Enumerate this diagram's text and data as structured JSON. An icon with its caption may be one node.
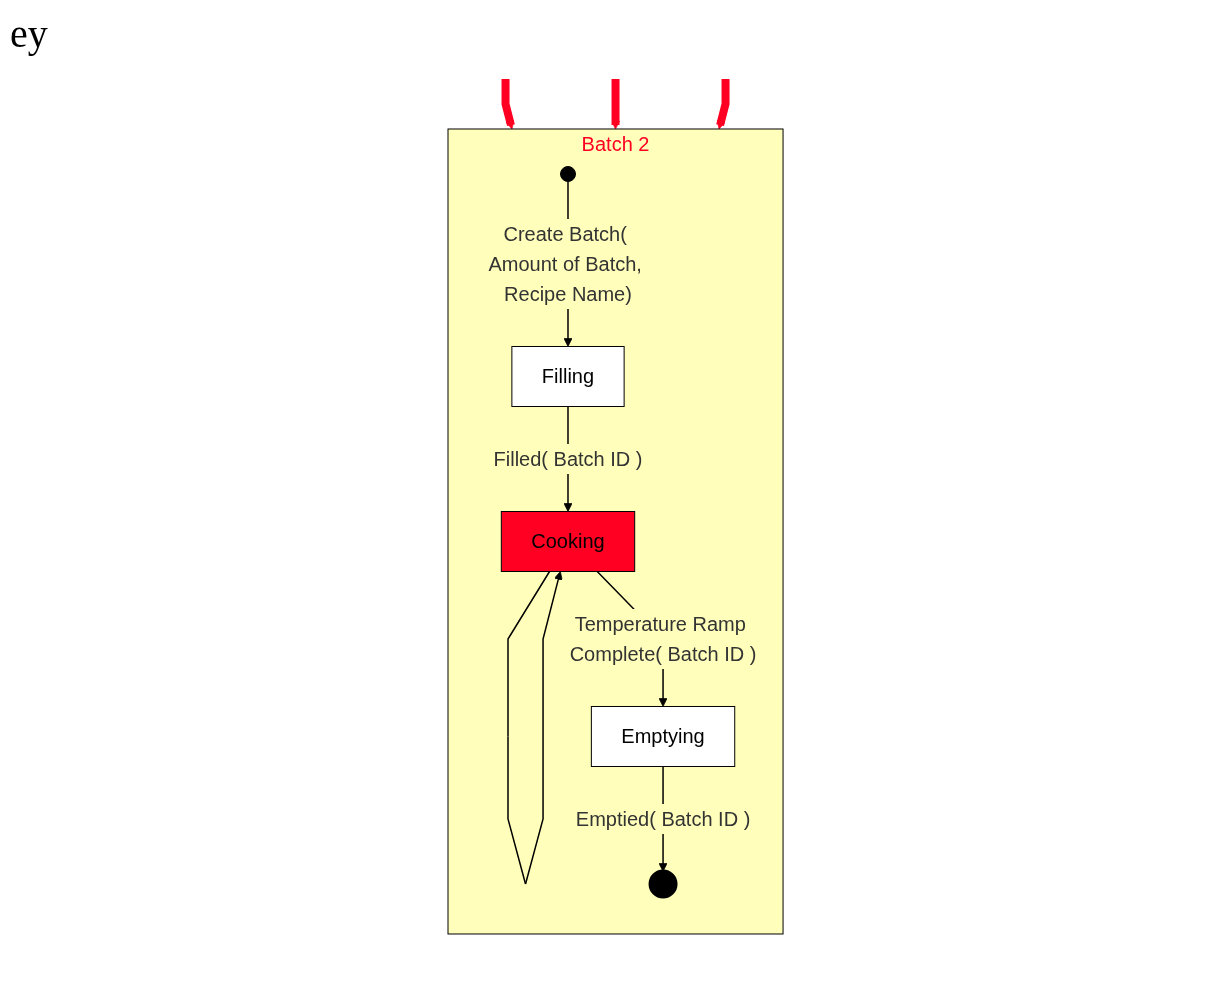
{
  "diagram": {
    "nodes": [
      {
        "text": [
          "Batch 2"
        ]
      },
      {
        "text": [],
        "shape": "circle",
        "in": 0
      },
      {
        "text": [
          "Filling"
        ],
        "in": 0
      },
      {
        "text": [
          "Cooking"
        ],
        "in": 0
      },
      {
        "text": [
          "Emptying"
        ],
        "in": 0
      },
      {
        "text": [],
        "shape": "circle",
        "in": 0
      }
    ],
    "edges": [
      {
        "from": 1,
        "to": 2,
        "arrow": "to",
        "label": "Create Batch( Amount of Batch, Recipe Name)"
      },
      {
        "from": 2,
        "to": 3,
        "arrow": "to",
        "label": "Filled( Batch ID )"
      },
      {
        "from": 3,
        "to": 3,
        "arrow": "to"
      },
      {
        "from": 3,
        "to": 4,
        "arrow": "to",
        "label": "Temperature Ramp Complete( Batch ID )"
      },
      {
        "from": 4,
        "to": 5,
        "arrow": "to",
        "label": "Emptied( Batch ID )"
      },
      {
        "from": null,
        "to": 0,
        "arrow": "to",
        "style": "thick",
        "color": "#ff0022"
      },
      {
        "from": null,
        "to": 0,
        "arrow": "to",
        "style": "thick",
        "color": "#ff0022"
      },
      {
        "from": null,
        "to": 0,
        "arrow": "to",
        "style": "thick",
        "color": "#ff0022"
      }
    ],
    "labels": [
      "ey"
    ]
  }
}
